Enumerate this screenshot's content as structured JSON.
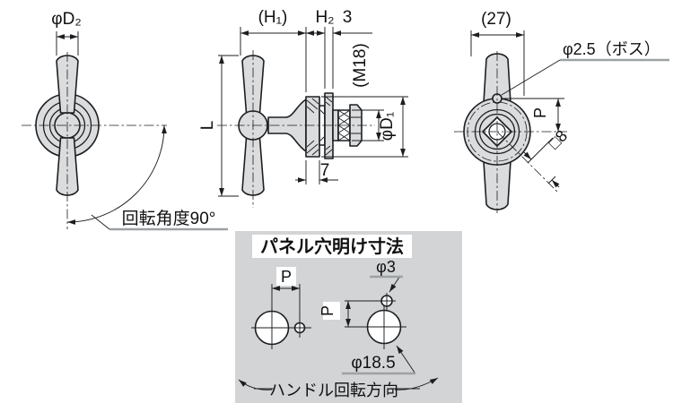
{
  "front": {
    "d2": "φD₂",
    "rotation": "回転角度90°"
  },
  "side": {
    "h1": "(H₁)",
    "h2": "H₂",
    "three": "3",
    "m18": "(M18)",
    "d1": "φD₁",
    "l": "L",
    "seven": "7"
  },
  "back": {
    "w27": "(27)",
    "boss": "φ2.5（ボス）",
    "p": "P",
    "sq8": "□8"
  },
  "panel": {
    "title": "パネル穴明け寸法",
    "p_left": "P",
    "p_right": "P",
    "phi3": "φ3",
    "phi185": "φ18.5",
    "direction": "ハンドル回転方向"
  },
  "colors": {
    "line": "#1c1e21",
    "part": "#dadcdd",
    "panel": "#d2d4d6",
    "underline": "#9da1a4",
    "paper": "#ffffff"
  }
}
